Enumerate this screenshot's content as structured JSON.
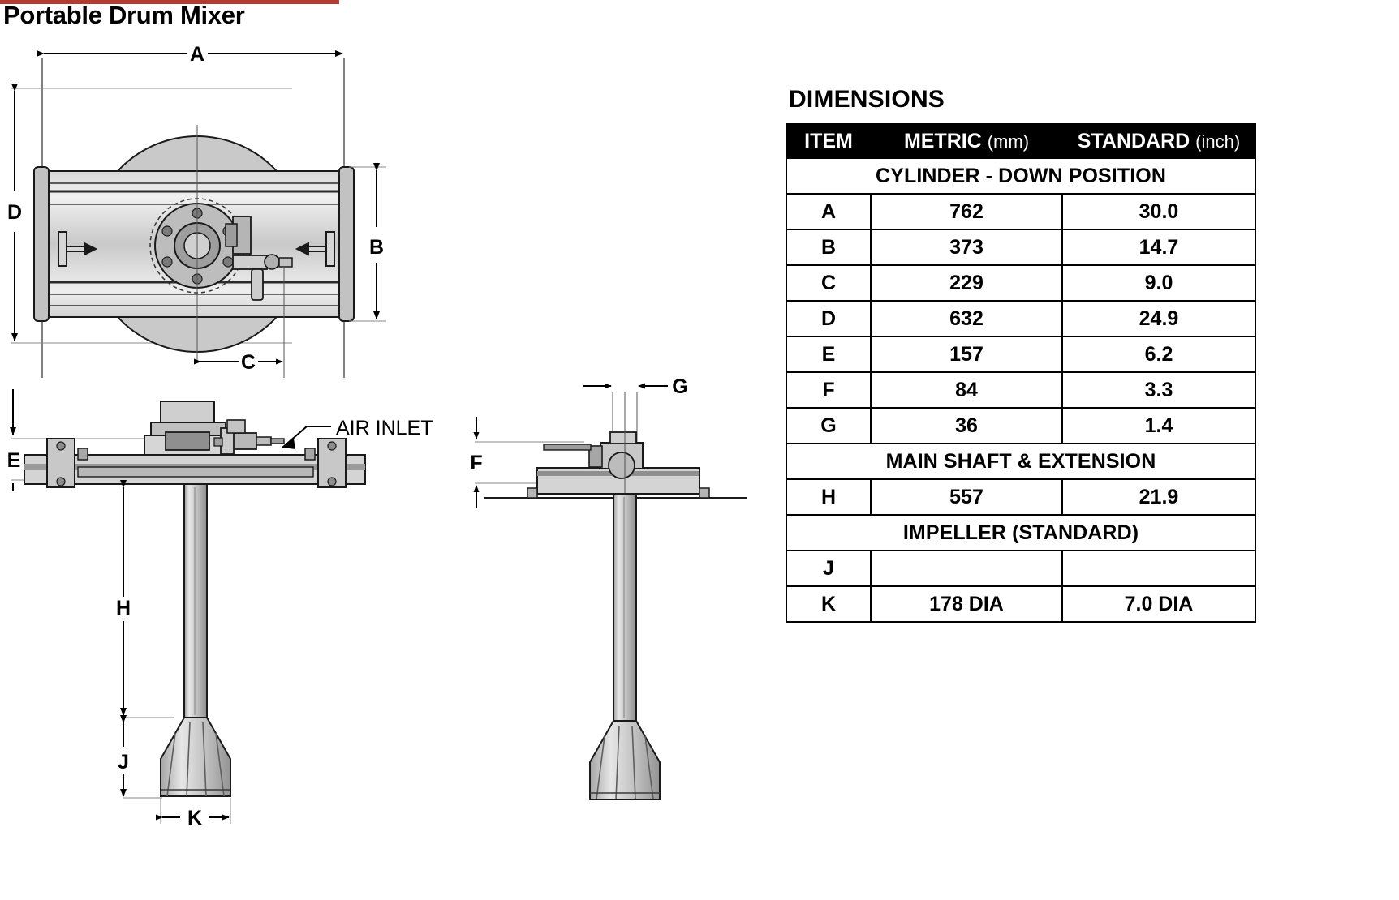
{
  "page": {
    "title": "Portable Drum Mixer",
    "accent_color": "#b33a2e"
  },
  "dimensions_panel": {
    "heading": "DIMENSIONS",
    "columns": [
      {
        "label": "ITEM",
        "unit": ""
      },
      {
        "label": "METRIC",
        "unit": "(mm)"
      },
      {
        "label": "STANDARD",
        "unit": "(inch)"
      }
    ],
    "sections": [
      {
        "title": "CYLINDER - DOWN POSITION",
        "rows": [
          {
            "item": "A",
            "metric": "762",
            "standard": "30.0"
          },
          {
            "item": "B",
            "metric": "373",
            "standard": "14.7"
          },
          {
            "item": "C",
            "metric": "229",
            "standard": "9.0"
          },
          {
            "item": "D",
            "metric": "632",
            "standard": "24.9"
          },
          {
            "item": "E",
            "metric": "157",
            "standard": "6.2"
          },
          {
            "item": "F",
            "metric": "84",
            "standard": "3.3"
          },
          {
            "item": "G",
            "metric": "36",
            "standard": "1.4"
          }
        ]
      },
      {
        "title": "MAIN SHAFT & EXTENSION",
        "rows": [
          {
            "item": "H",
            "metric": "557",
            "standard": "21.9"
          }
        ]
      },
      {
        "title": "IMPELLER (STANDARD)",
        "rows": [
          {
            "item": "J",
            "metric": "",
            "standard": ""
          },
          {
            "item": "K",
            "metric": "178 DIA",
            "standard": "7.0 DIA"
          }
        ]
      }
    ]
  },
  "drawings": {
    "plan_view": {
      "name": "plan-view",
      "labels": [
        "A",
        "B",
        "C",
        "D"
      ]
    },
    "front_elevation": {
      "name": "front-elevation",
      "labels": [
        "E",
        "H",
        "J",
        "K"
      ],
      "callout": "AIR INLET"
    },
    "side_elevation": {
      "name": "side-elevation",
      "labels": [
        "F",
        "G"
      ]
    },
    "label_a": "A",
    "label_b": "B",
    "label_c": "C",
    "label_d": "D",
    "label_e": "E",
    "label_f": "F",
    "label_g": "G",
    "label_h": "H",
    "label_j": "J",
    "label_k": "K",
    "air_inlet": "AIR INLET"
  }
}
